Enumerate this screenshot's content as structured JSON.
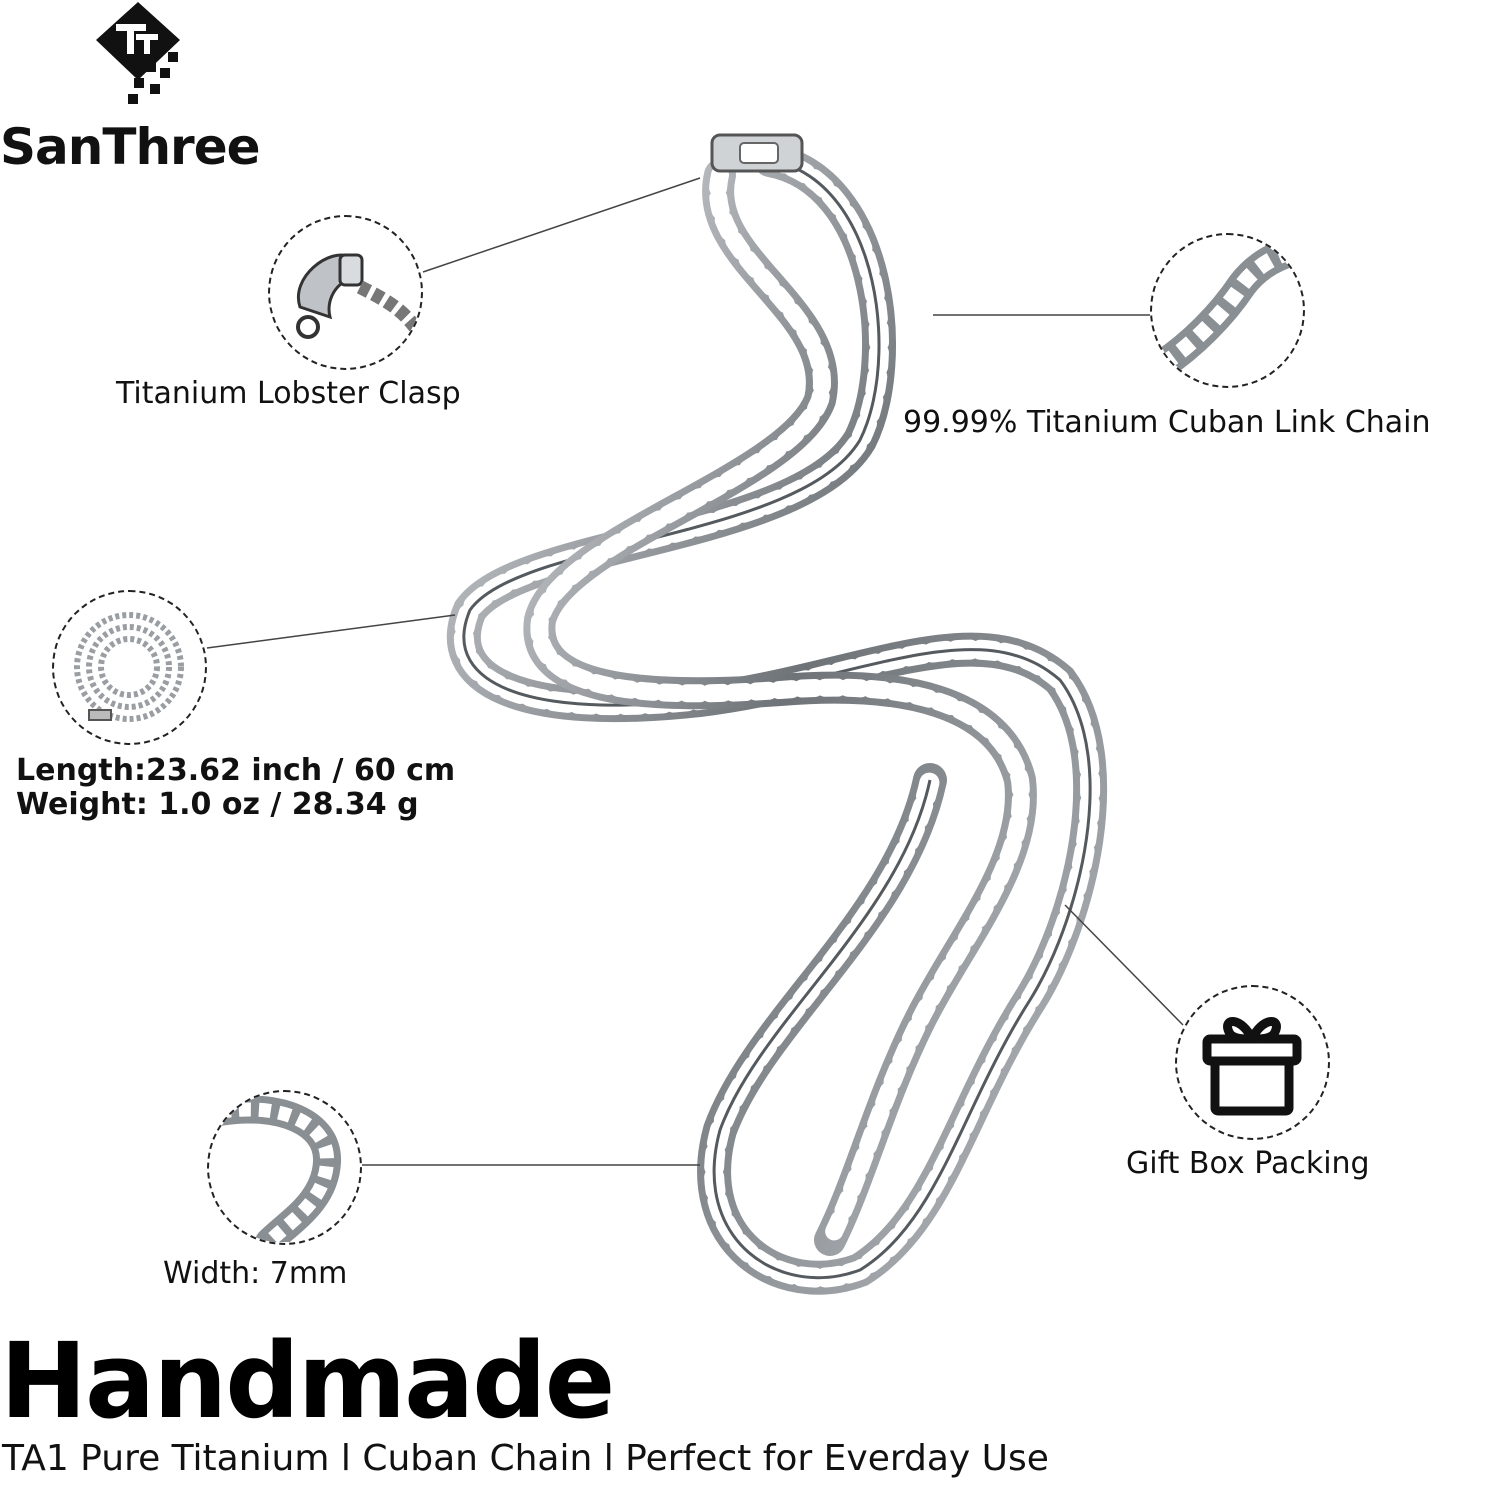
{
  "brand": {
    "name": "SanThree",
    "logo_icon": "santhree-logo-icon"
  },
  "callouts": {
    "clasp": {
      "label": "Titanium Lobster Clasp",
      "icon": "lobster-clasp-icon"
    },
    "chain": {
      "label": "99.99% Titanium Cuban Link Chain",
      "icon": "cuban-link-icon"
    },
    "length": {
      "label": "Length:23.62 inch / 60 cm",
      "icon": "coiled-chain-icon"
    },
    "weight": {
      "label": "Weight: 1.0 oz / 28.34 g"
    },
    "gift": {
      "label": "Gift Box Packing",
      "icon": "gift-box-icon"
    },
    "width": {
      "label": "Width: 7mm",
      "icon": "chain-width-icon"
    }
  },
  "headline": "Handmade",
  "subline": "TA1 Pure Titanium l Cuban Chain l Perfect for Everday Use",
  "colors": {
    "text": "#111111",
    "chain": "#8a8f94",
    "background": "#ffffff"
  }
}
